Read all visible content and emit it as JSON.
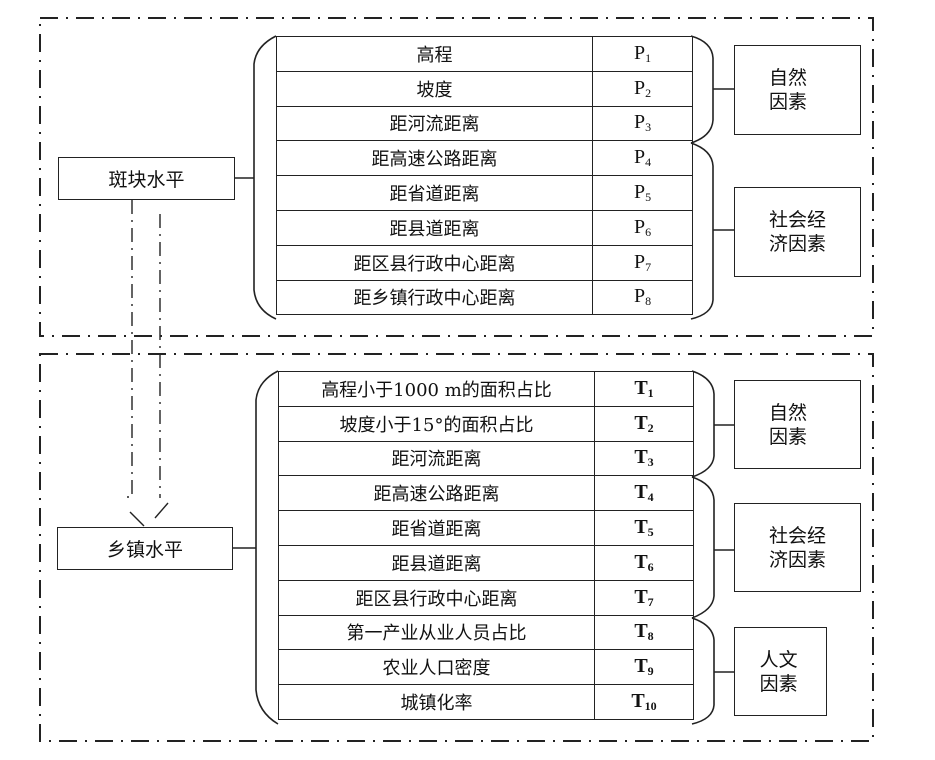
{
  "diagram": {
    "upper": {
      "level_label": "斑块水平",
      "rows": [
        {
          "name": "高程",
          "code": "P",
          "sub": "1"
        },
        {
          "name": "坡度",
          "code": "P",
          "sub": "2"
        },
        {
          "name": "距河流距离",
          "code": "P",
          "sub": "3"
        },
        {
          "name": "距高速公路距离",
          "code": "P",
          "sub": "4"
        },
        {
          "name": "距省道距离",
          "code": "P",
          "sub": "5"
        },
        {
          "name": "距县道距离",
          "code": "P",
          "sub": "6"
        },
        {
          "name": "距区县行政中心距离",
          "code": "P",
          "sub": "7"
        },
        {
          "name": "距乡镇行政中心距离",
          "code": "P",
          "sub": "8"
        }
      ],
      "groups": [
        {
          "line1": "自然",
          "line2": "因素"
        },
        {
          "line1": "社会经",
          "line2": "济因素"
        }
      ]
    },
    "lower": {
      "level_label": "乡镇水平",
      "rows": [
        {
          "name": "高程小于1000 m的面积占比",
          "code": "T",
          "sub": "1"
        },
        {
          "name": "坡度小于15°的面积占比",
          "code": "T",
          "sub": "2"
        },
        {
          "name": "距河流距离",
          "code": "T",
          "sub": "3"
        },
        {
          "name": "距高速公路距离",
          "code": "T",
          "sub": "4"
        },
        {
          "name": "距省道距离",
          "code": "T",
          "sub": "5"
        },
        {
          "name": "距县道距离",
          "code": "T",
          "sub": "6"
        },
        {
          "name": "距区县行政中心距离",
          "code": "T",
          "sub": "7"
        },
        {
          "name": "第一产业从业人员占比",
          "code": "T",
          "sub": "8"
        },
        {
          "name": "农业人口密度",
          "code": "T",
          "sub": "9"
        },
        {
          "name": "城镇化率",
          "code": "T",
          "sub": "10"
        }
      ],
      "groups": [
        {
          "line1": "自然",
          "line2": "因素"
        },
        {
          "line1": "社会经",
          "line2": "济因素"
        },
        {
          "line1": "人文",
          "line2": "因素"
        }
      ]
    },
    "colors": {
      "line": "#222222",
      "background": "#ffffff"
    }
  }
}
